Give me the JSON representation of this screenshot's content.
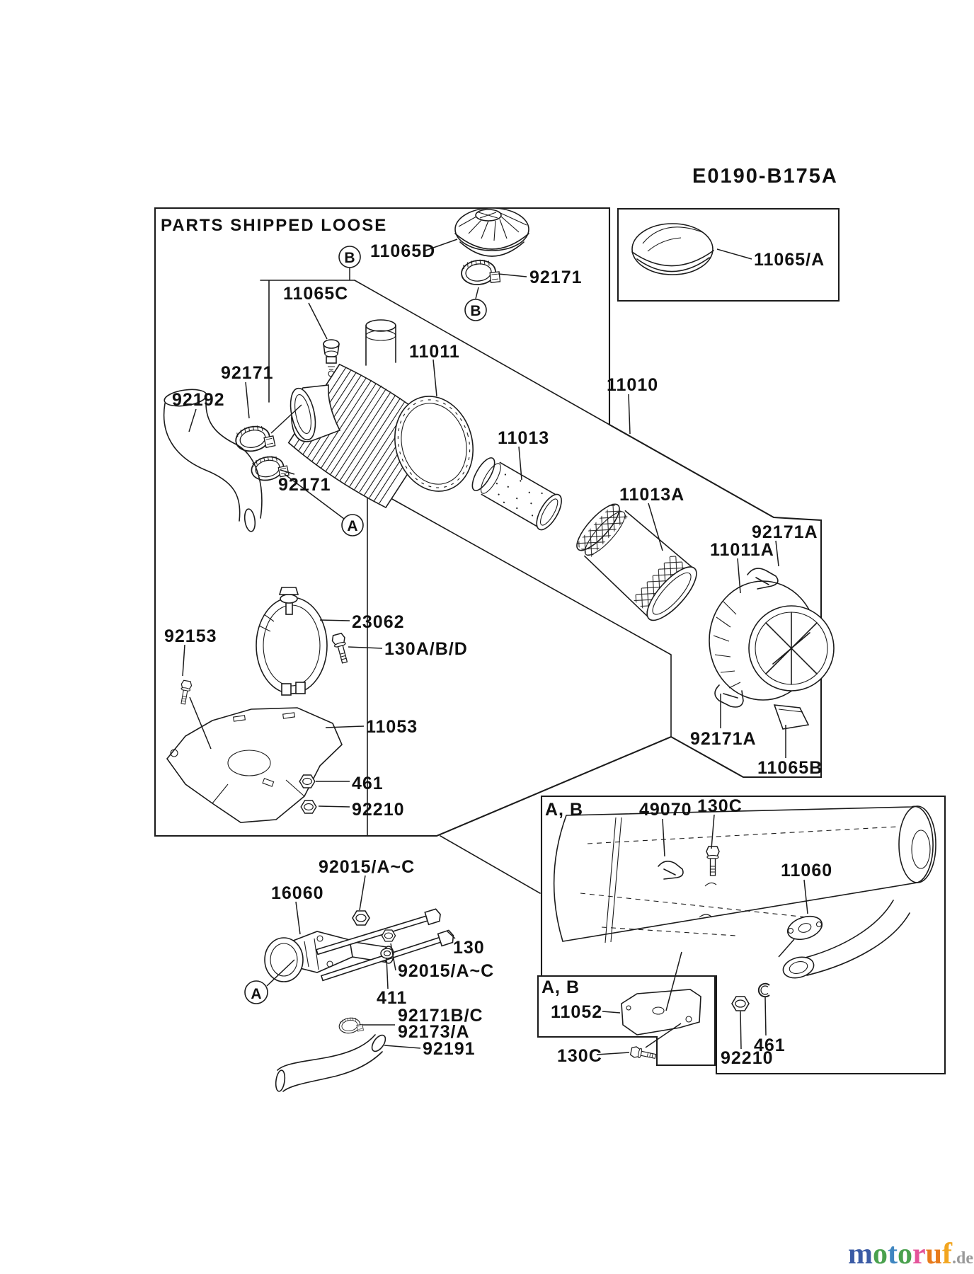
{
  "diagram": {
    "code": "E0190-B175A",
    "box_title": "PARTS SHIPPED LOOSE",
    "group_label_1": "A, B",
    "group_label_2": "A, B",
    "callout_a": "A",
    "callout_b": "B",
    "parts": {
      "p11065D": "11065D",
      "p11065A": "11065/A",
      "p92171_b": "92171",
      "p11065C": "11065C",
      "p11011": "11011",
      "p11010": "11010",
      "p92192": "92192",
      "p92171_l1": "92171",
      "p92171_l2": "92171",
      "p11013": "11013",
      "p11013A": "11013A",
      "p92171A_t": "92171A",
      "p11011A": "11011A",
      "p92171A_b": "92171A",
      "p11065B": "11065B",
      "p92153": "92153",
      "p23062": "23062",
      "p130ABD": "130A/B/D",
      "p11053": "11053",
      "p461_l": "461",
      "p92210_l": "92210",
      "p92015_t": "92015/A~C",
      "p16060": "16060",
      "p130": "130",
      "p92015_b": "92015/A~C",
      "p411": "411",
      "p92171BC": "92171B/C",
      "p92173A": "92173/A",
      "p92191": "92191",
      "p49070": "49070",
      "p130C_t": "130C",
      "p11060": "11060",
      "p11052": "11052",
      "p130C_b": "130C",
      "p461_r": "461",
      "p92210_r": "92210"
    }
  },
  "watermark": {
    "letters": [
      {
        "ch": "m",
        "color": "#3b5ba5"
      },
      {
        "ch": "o",
        "color": "#4aa14e"
      },
      {
        "ch": "t",
        "color": "#3f86c0"
      },
      {
        "ch": "o",
        "color": "#4aa14e"
      },
      {
        "ch": "r",
        "color": "#e4549a"
      },
      {
        "ch": "u",
        "color": "#e87b1c"
      },
      {
        "ch": "f",
        "color": "#f2a51f"
      }
    ],
    "suffix": ".de",
    "suffix_color": "#9a9a9a"
  },
  "colors": {
    "line": "#1c1c1c",
    "background": "#ffffff"
  }
}
